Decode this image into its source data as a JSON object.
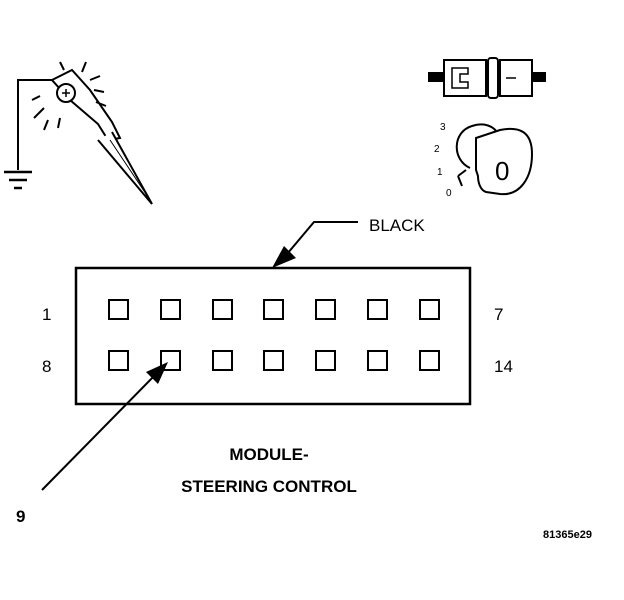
{
  "connector": {
    "wire_color_label": "BLACK",
    "pin_row1_start": "1",
    "pin_row1_end": "7",
    "pin_row2_start": "8",
    "pin_row2_end": "14",
    "pin_callout": "9",
    "title_line1": "MODULE-",
    "title_line2": "STEERING CONTROL"
  },
  "ignition": {
    "positions": [
      "3",
      "2",
      "1",
      "0"
    ],
    "key_mark": "0"
  },
  "figure_id": "81365e29",
  "icons": [
    "test-light-probe-icon",
    "ground-symbol-icon",
    "connector-disconnect-icon",
    "ignition-key-icon"
  ]
}
